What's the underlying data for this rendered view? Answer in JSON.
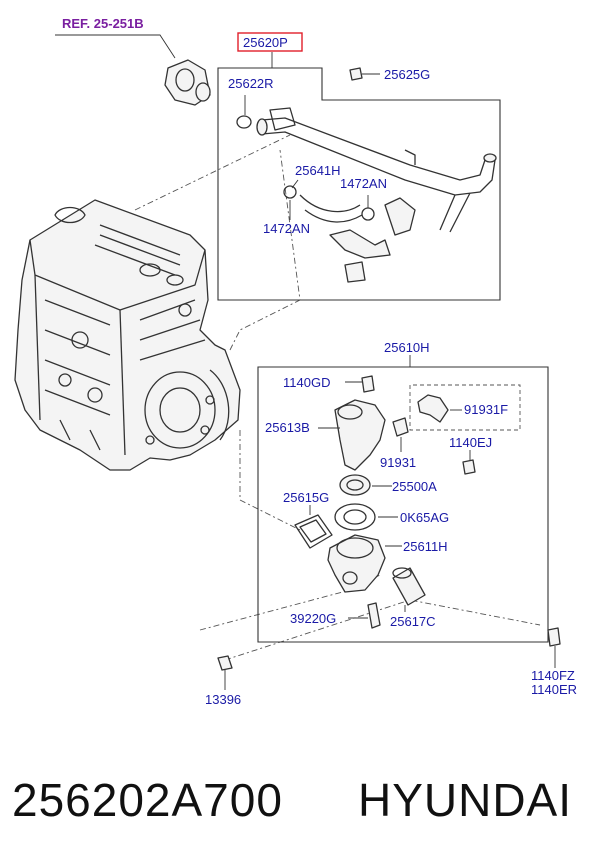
{
  "ref_label": "REF. 25-251B",
  "labels": {
    "p25620P": "25620P",
    "p25622R": "25622R",
    "p25625G": "25625G",
    "p25641H": "25641H",
    "p1472AN_a": "1472AN",
    "p1472AN_b": "1472AN",
    "p25610H": "25610H",
    "p1140GD": "1140GD",
    "p91931F": "91931F",
    "p25613B": "25613B",
    "p1140EJ": "1140EJ",
    "p91931": "91931",
    "p25500A": "25500A",
    "p25615G": "25615G",
    "p0K65AG": "0K65AG",
    "p25611H": "25611H",
    "p39220G": "39220G",
    "p25617C": "25617C",
    "p1140FZ": "1140FZ",
    "p1140ER": "1140ER",
    "p13396": "13396"
  },
  "footer": {
    "part_number": "256202A700",
    "brand": "HYUNDAI"
  },
  "colors": {
    "label": "#1a1aa6",
    "ref": "#7a1fa0",
    "highlight_box": "#e0202a"
  }
}
